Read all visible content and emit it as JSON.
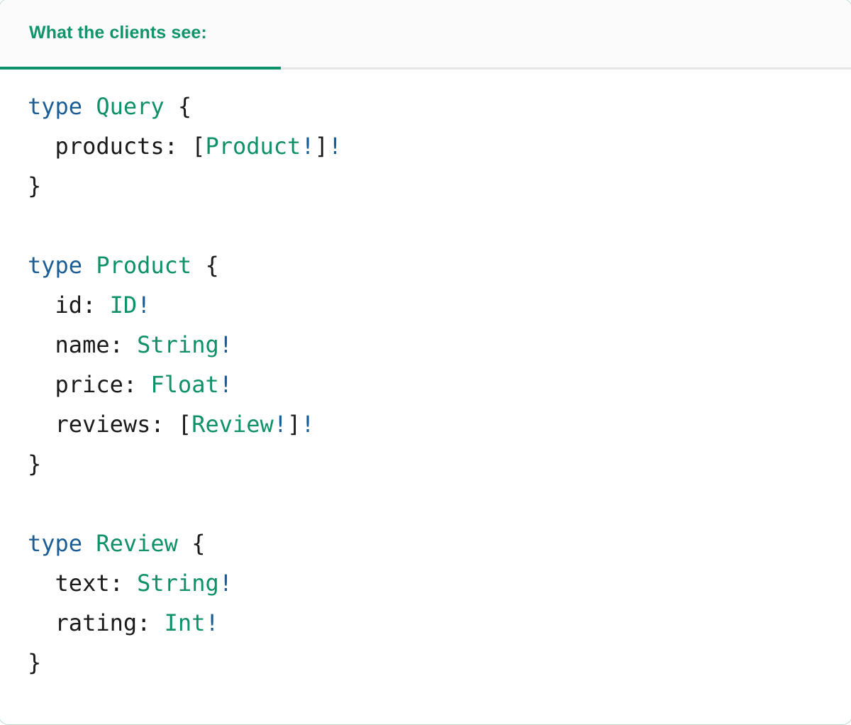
{
  "card": {
    "border_color": "#b9ddcb",
    "background": "#ffffff"
  },
  "header": {
    "tab_label": "What the clients see:",
    "accent_color": "#0e9068",
    "background": "#fbfbfb",
    "divider_color": "#e6e6e6"
  },
  "colors": {
    "keyword": "#1a5d96",
    "type_name": "#0e9068",
    "punctuation": "#1a1a1a",
    "field_name": "#1a1a1a",
    "non_null_bang": "#1a5d96"
  },
  "code": {
    "language": "graphql",
    "plain_text": "type Query {\n  products: [Product!]!\n}\n\ntype Product {\n  id: ID!\n  name: String!\n  price: Float!\n  reviews: [Review!]!\n}\n\ntype Review {\n  text: String!\n  rating: Int!\n}",
    "lines": [
      {
        "id": "l1",
        "segments": [
          {
            "t": "type",
            "k": "kw"
          },
          {
            "t": " ",
            "k": "punct"
          },
          {
            "t": "Query",
            "k": "type"
          },
          {
            "t": " {",
            "k": "punct"
          }
        ]
      },
      {
        "id": "l2",
        "segments": [
          {
            "t": "  products:",
            "k": "field"
          },
          {
            "t": " [",
            "k": "punct"
          },
          {
            "t": "Product",
            "k": "type"
          },
          {
            "t": "!",
            "k": "bang"
          },
          {
            "t": "]",
            "k": "punct"
          },
          {
            "t": "!",
            "k": "bang"
          }
        ]
      },
      {
        "id": "l3",
        "segments": [
          {
            "t": "}",
            "k": "punct"
          }
        ]
      },
      {
        "id": "l4",
        "segments": []
      },
      {
        "id": "l5",
        "segments": [
          {
            "t": "type",
            "k": "kw"
          },
          {
            "t": " ",
            "k": "punct"
          },
          {
            "t": "Product",
            "k": "type"
          },
          {
            "t": " {",
            "k": "punct"
          }
        ]
      },
      {
        "id": "l6",
        "segments": [
          {
            "t": "  id:",
            "k": "field"
          },
          {
            "t": " ",
            "k": "punct"
          },
          {
            "t": "ID",
            "k": "type"
          },
          {
            "t": "!",
            "k": "bang"
          }
        ]
      },
      {
        "id": "l7",
        "segments": [
          {
            "t": "  name:",
            "k": "field"
          },
          {
            "t": " ",
            "k": "punct"
          },
          {
            "t": "String",
            "k": "type"
          },
          {
            "t": "!",
            "k": "bang"
          }
        ]
      },
      {
        "id": "l8",
        "segments": [
          {
            "t": "  price:",
            "k": "field"
          },
          {
            "t": " ",
            "k": "punct"
          },
          {
            "t": "Float",
            "k": "type"
          },
          {
            "t": "!",
            "k": "bang"
          }
        ]
      },
      {
        "id": "l9",
        "segments": [
          {
            "t": "  reviews:",
            "k": "field"
          },
          {
            "t": " [",
            "k": "punct"
          },
          {
            "t": "Review",
            "k": "type"
          },
          {
            "t": "!",
            "k": "bang"
          },
          {
            "t": "]",
            "k": "punct"
          },
          {
            "t": "!",
            "k": "bang"
          }
        ]
      },
      {
        "id": "l10",
        "segments": [
          {
            "t": "}",
            "k": "punct"
          }
        ]
      },
      {
        "id": "l11",
        "segments": []
      },
      {
        "id": "l12",
        "segments": [
          {
            "t": "type",
            "k": "kw"
          },
          {
            "t": " ",
            "k": "punct"
          },
          {
            "t": "Review",
            "k": "type"
          },
          {
            "t": " {",
            "k": "punct"
          }
        ]
      },
      {
        "id": "l13",
        "segments": [
          {
            "t": "  text:",
            "k": "field"
          },
          {
            "t": " ",
            "k": "punct"
          },
          {
            "t": "String",
            "k": "type"
          },
          {
            "t": "!",
            "k": "bang"
          }
        ]
      },
      {
        "id": "l14",
        "segments": [
          {
            "t": "  rating:",
            "k": "field"
          },
          {
            "t": " ",
            "k": "punct"
          },
          {
            "t": "Int",
            "k": "type"
          },
          {
            "t": "!",
            "k": "bang"
          }
        ]
      },
      {
        "id": "l15",
        "segments": [
          {
            "t": "}",
            "k": "punct"
          }
        ]
      }
    ]
  }
}
